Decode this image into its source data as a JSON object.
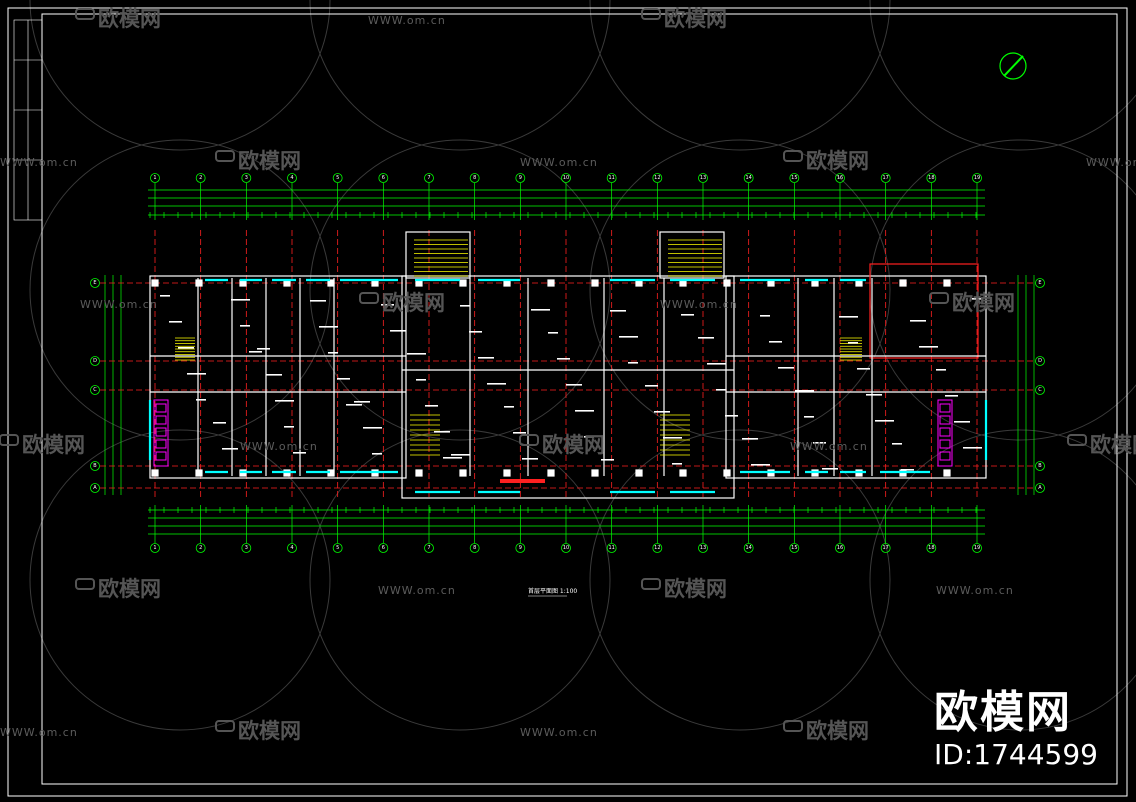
{
  "drawing": {
    "caption": "首层平面图 1:100",
    "axis_top": [
      "1",
      "2",
      "3",
      "4",
      "5",
      "6",
      "7",
      "8",
      "9",
      "10",
      "11",
      "12",
      "13",
      "14",
      "15",
      "16",
      "17",
      "18",
      "19"
    ],
    "axis_side": [
      "E",
      "D",
      "C",
      "B",
      "A"
    ]
  },
  "watermark": {
    "logo_text": "欧模网",
    "site_text": "WWW.om.cn"
  },
  "brand": {
    "title": "欧模网",
    "id": "ID:1744599"
  },
  "colors": {
    "background": "#000000",
    "frame": "#ffffff",
    "dimension": "#00ff00",
    "wall": "#ffffff",
    "axis_line": "#ff0000",
    "window": "#00ffff",
    "stair": "#ffff00",
    "toilet": "#ff00ff"
  }
}
